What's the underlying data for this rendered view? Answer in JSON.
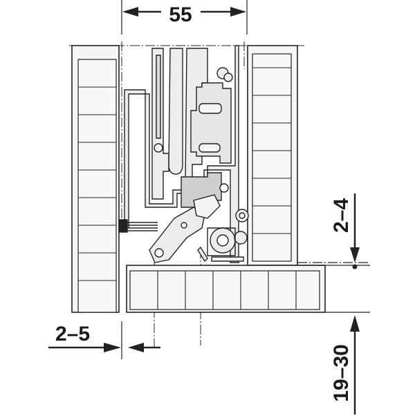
{
  "dimensions": {
    "top_width": "55",
    "left_gap": "2–5",
    "right_height": "2–4",
    "bottom_right_height": "19–30"
  },
  "colors": {
    "line": "#222222",
    "fill": "#f4f4f4",
    "part": "#ececec",
    "gray": "#dcdcdc"
  }
}
